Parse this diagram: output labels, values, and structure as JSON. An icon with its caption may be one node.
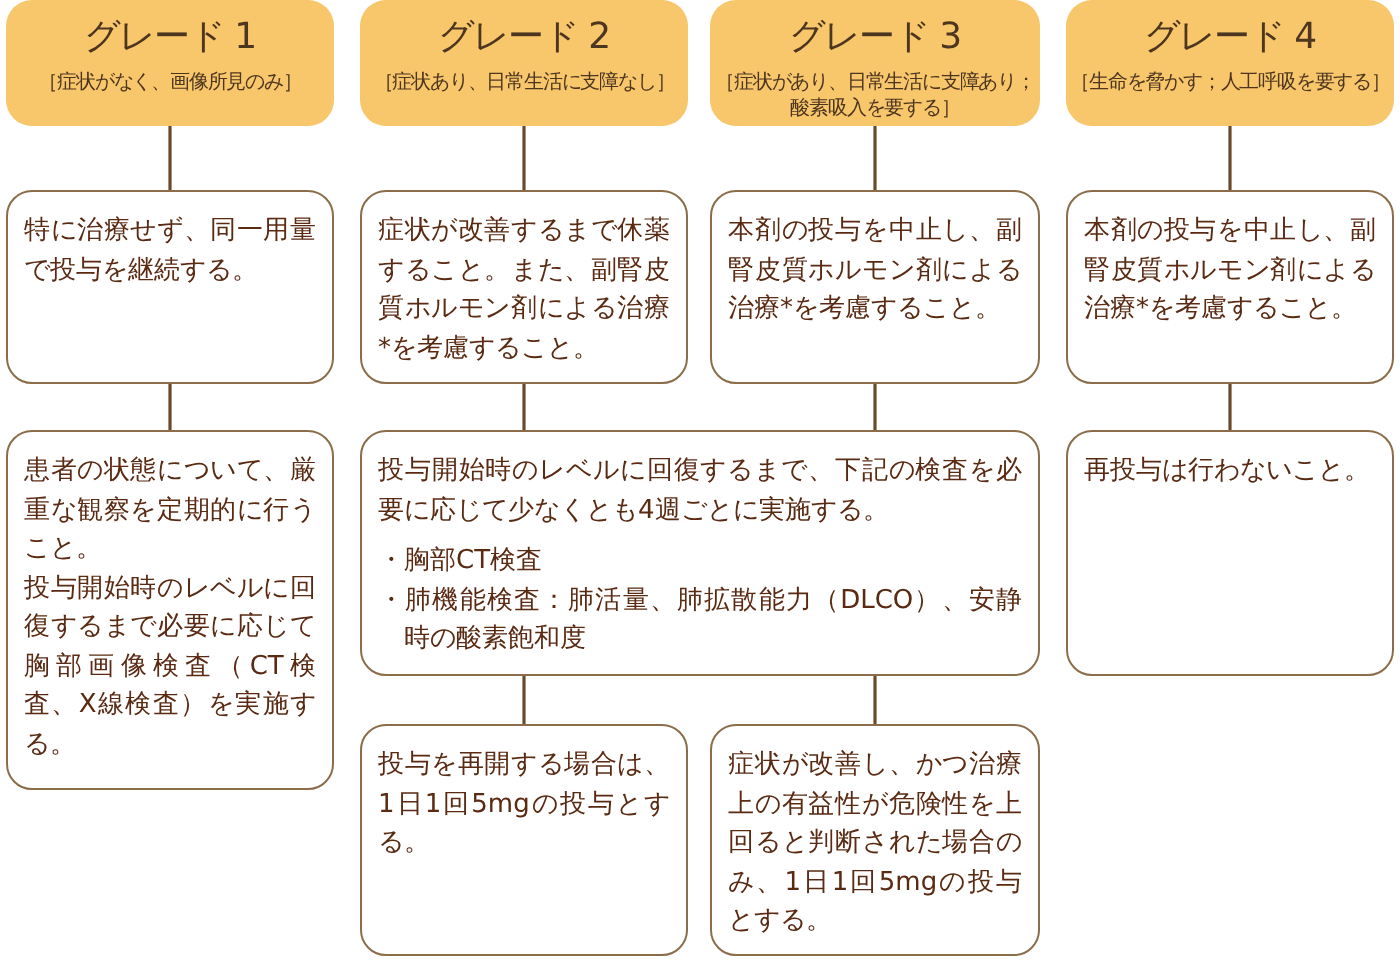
{
  "diagram": {
    "nodes": [
      {
        "text": [
          "グレード 1",
          "［症状がなく、画像所見のみ］"
        ]
      },
      {
        "text": [
          "グレード 2",
          "［症状あり、日常生活に支障なし］"
        ]
      },
      {
        "text": [
          "グレード 3",
          "［症状があり、日常生活に支障あり；酸素吸入を要する］"
        ]
      },
      {
        "text": [
          "グレード 4",
          "［生命を脅かす；人工呼吸を要する］"
        ]
      },
      {
        "text": [
          "特に治療せず、同一用量で投与を継続する。"
        ]
      },
      {
        "text": [
          "症状が改善するまで休薬すること。また、副腎皮質ホルモン剤による治療*を考慮すること。"
        ]
      },
      {
        "text": [
          "本剤の投与を中止し、副腎皮質ホルモン剤による治療*を考慮すること。"
        ]
      },
      {
        "text": [
          "本剤の投与を中止し、副腎皮質ホルモン剤による治療*を考慮すること。"
        ]
      },
      {
        "text": [
          "患者の状態について、厳重な観察を定期的に行うこと。",
          "投与開始時のレベルに回復するまで必要に応じて胸部画像検査（CT検査、X線検査）を実施する。"
        ]
      },
      {
        "text": [
          "投与開始時のレベルに回復するまで、下記の検査を必要に応じて少なくとも4週ごとに実施する。",
          "・胸部CT検査",
          "・肺機能検査：肺活量、肺拡散能力（DLCO）、安静時の酸素飽和度"
        ]
      },
      {
        "text": [
          "再投与は行わないこと。"
        ]
      },
      {
        "text": [
          "投与を再開する場合は、1日1回5mgの投与とする。"
        ]
      },
      {
        "text": [
          "症状が改善し、かつ治療上の有益性が危険性を上回ると判断された場合のみ、1日1回5mgの投与とする。"
        ]
      }
    ],
    "edges": [
      {
        "from": 0,
        "to": 4,
        "arrow": "none"
      },
      {
        "from": 1,
        "to": 5,
        "arrow": "none"
      },
      {
        "from": 2,
        "to": 6,
        "arrow": "none"
      },
      {
        "from": 3,
        "to": 7,
        "arrow": "none"
      },
      {
        "from": 4,
        "to": 8,
        "arrow": "none"
      },
      {
        "from": 5,
        "to": 9,
        "arrow": "none"
      },
      {
        "from": 6,
        "to": 9,
        "arrow": "none"
      },
      {
        "from": 7,
        "to": 10,
        "arrow": "none"
      },
      {
        "from": 9,
        "to": 11,
        "arrow": "none"
      },
      {
        "from": 9,
        "to": 12,
        "arrow": "none"
      }
    ]
  }
}
